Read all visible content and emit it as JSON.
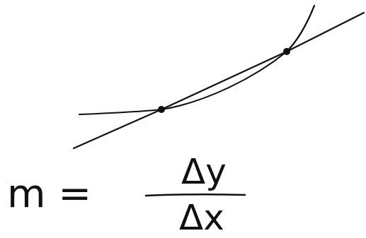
{
  "diagram": {
    "labels": [
      "m =",
      "Δy",
      "Δx"
    ]
  }
}
